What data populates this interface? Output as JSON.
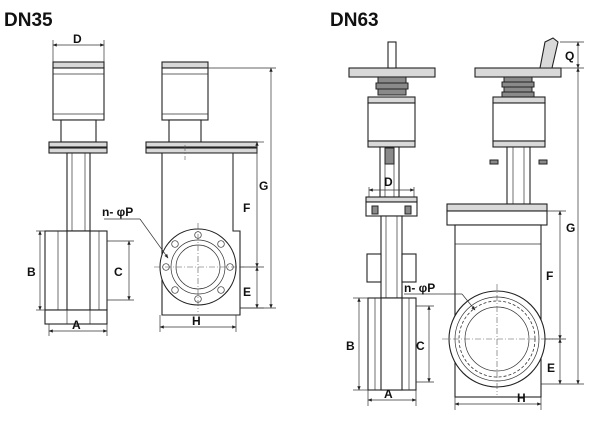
{
  "titles": {
    "dn35": "DN35",
    "dn63": "DN63"
  },
  "dn35": {
    "dim_d": "D",
    "dim_b": "B",
    "dim_c": "C",
    "dim_a": "A",
    "dim_n_phi_p": "n- φP",
    "dim_h": "H",
    "dim_f": "F",
    "dim_g": "G",
    "dim_e": "E"
  },
  "dn63": {
    "dim_d": "D",
    "dim_b": "B",
    "dim_c": "C",
    "dim_a": "A",
    "dim_n_phi_p": "n- φP",
    "dim_h": "H",
    "dim_f": "F",
    "dim_g": "G",
    "dim_e": "E",
    "dim_q": "Q"
  }
}
